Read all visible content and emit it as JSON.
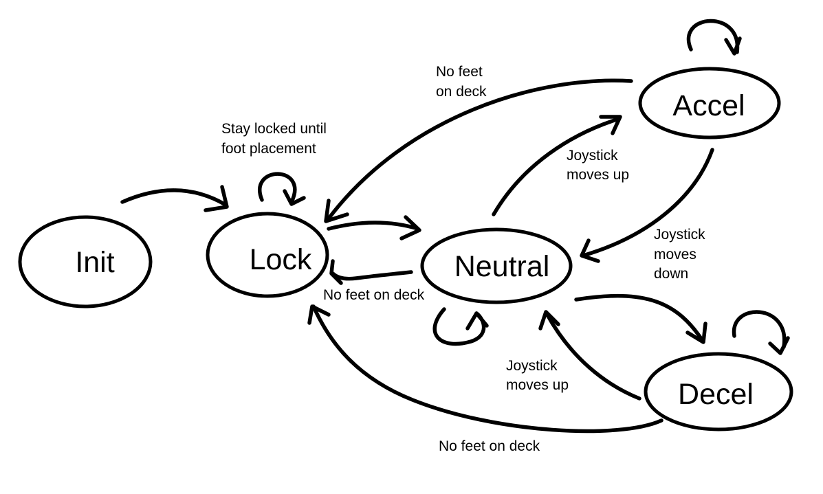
{
  "states": {
    "init": "Init",
    "lock": "Lock",
    "neutral": "Neutral",
    "accel": "Accel",
    "decel": "Decel"
  },
  "transitions": {
    "lock_self": [
      "Stay locked until",
      "foot placement"
    ],
    "accel_to_lock": [
      "No feet",
      "on deck"
    ],
    "neutral_to_accel": [
      "Joystick",
      "moves up"
    ],
    "accel_to_neutral": [
      "Joystick",
      "moves",
      "down"
    ],
    "neutral_to_lock": "No feet on deck",
    "decel_to_neutral": [
      "Joystick",
      "moves up"
    ],
    "decel_to_lock": "No feet on deck"
  },
  "colors": {
    "ink": "#000000",
    "background": "#ffffff"
  }
}
